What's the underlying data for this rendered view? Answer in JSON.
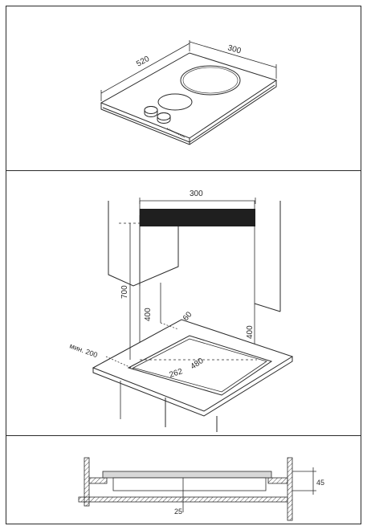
{
  "panels": {
    "top": {
      "dim_depth": "520",
      "dim_width": "300"
    },
    "middle": {
      "dim_width": "300",
      "dim_cabinet_height": "700",
      "dim_left_clearance": "400",
      "dim_right_clearance": "400",
      "dim_rear_offset": "60",
      "dim_cutout_depth": "262",
      "dim_cutout_width": "480",
      "dim_min_front": "мин. 200"
    },
    "bottom": {
      "dim_thickness": "45",
      "dim_gap": "25"
    }
  },
  "colors": {
    "line": "#2a2a2a",
    "hood": "#1f1f1f",
    "hatch": "#4a4a4a",
    "glass": "#d8d8d8"
  }
}
